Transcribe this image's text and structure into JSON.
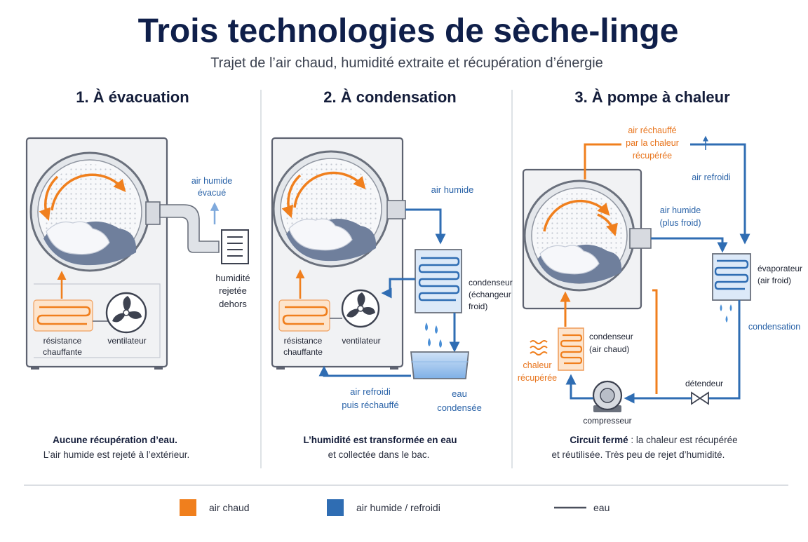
{
  "header": {
    "title": "Trois technologies de sèche-linge",
    "subtitle": "Trajet de l’air chaud, humidité extraite et récupération d’énergie"
  },
  "colors": {
    "hot_air": "#f07f1d",
    "humid_air": "#2f6db3",
    "water_line": "#4a4f5c"
  },
  "panel1": {
    "title": "1. À évacuation",
    "air_humide": "air humide",
    "evacue": "évacué",
    "humidite_l1": "humidité",
    "humidite_l2": "rejetée",
    "humidite_l3": "dehors",
    "resistance_l1": "résistance",
    "resistance_l2": "chauffante",
    "ventilateur": "ventilateur",
    "caption_bold": "Aucune récupération d’eau.",
    "caption": "L’air humide est rejeté à l’extérieur."
  },
  "panel2": {
    "title": "2. À condensation",
    "air_humide": "air humide",
    "condenseur_l1": "condenseur",
    "condenseur_l2": "(échangeur",
    "condenseur_l3": "froid)",
    "resistance_l1": "résistance",
    "resistance_l2": "chauffante",
    "ventilateur": "ventilateur",
    "air_refroidi_l1": "air refroidi",
    "air_refroidi_l2": "puis réchauffé",
    "eau_l1": "eau",
    "eau_l2": "condensée",
    "caption_bold": "L’humidité est transformée en eau",
    "caption": "et collectée dans le bac."
  },
  "panel3": {
    "title": "3. À pompe à chaleur",
    "rechauffe_l1": "air réchauffé",
    "rechauffe_l2": "par la chaleur",
    "rechauffe_l3": "récupérée",
    "air_refroidi": "air refroidi",
    "air_humide_l1": "air humide",
    "air_humide_l2": "(plus froid)",
    "evaporateur_l1": "évaporateur",
    "evaporateur_l2": "(air froid)",
    "condensation": "condensation",
    "condenseur_l1": "condenseur",
    "condenseur_l2": "(air chaud)",
    "chaleur_l1": "chaleur",
    "chaleur_l2": "récupérée",
    "detendeur": "détendeur",
    "compresseur": "compresseur",
    "caption_bold": "Circuit fermé",
    "caption_rest": " : la chaleur est récupérée",
    "caption_l2": "et réutilisée. Très peu de rejet d’humidité."
  },
  "legend": {
    "hot": "air chaud",
    "humid": "air humide / refroidi",
    "water": "eau"
  }
}
